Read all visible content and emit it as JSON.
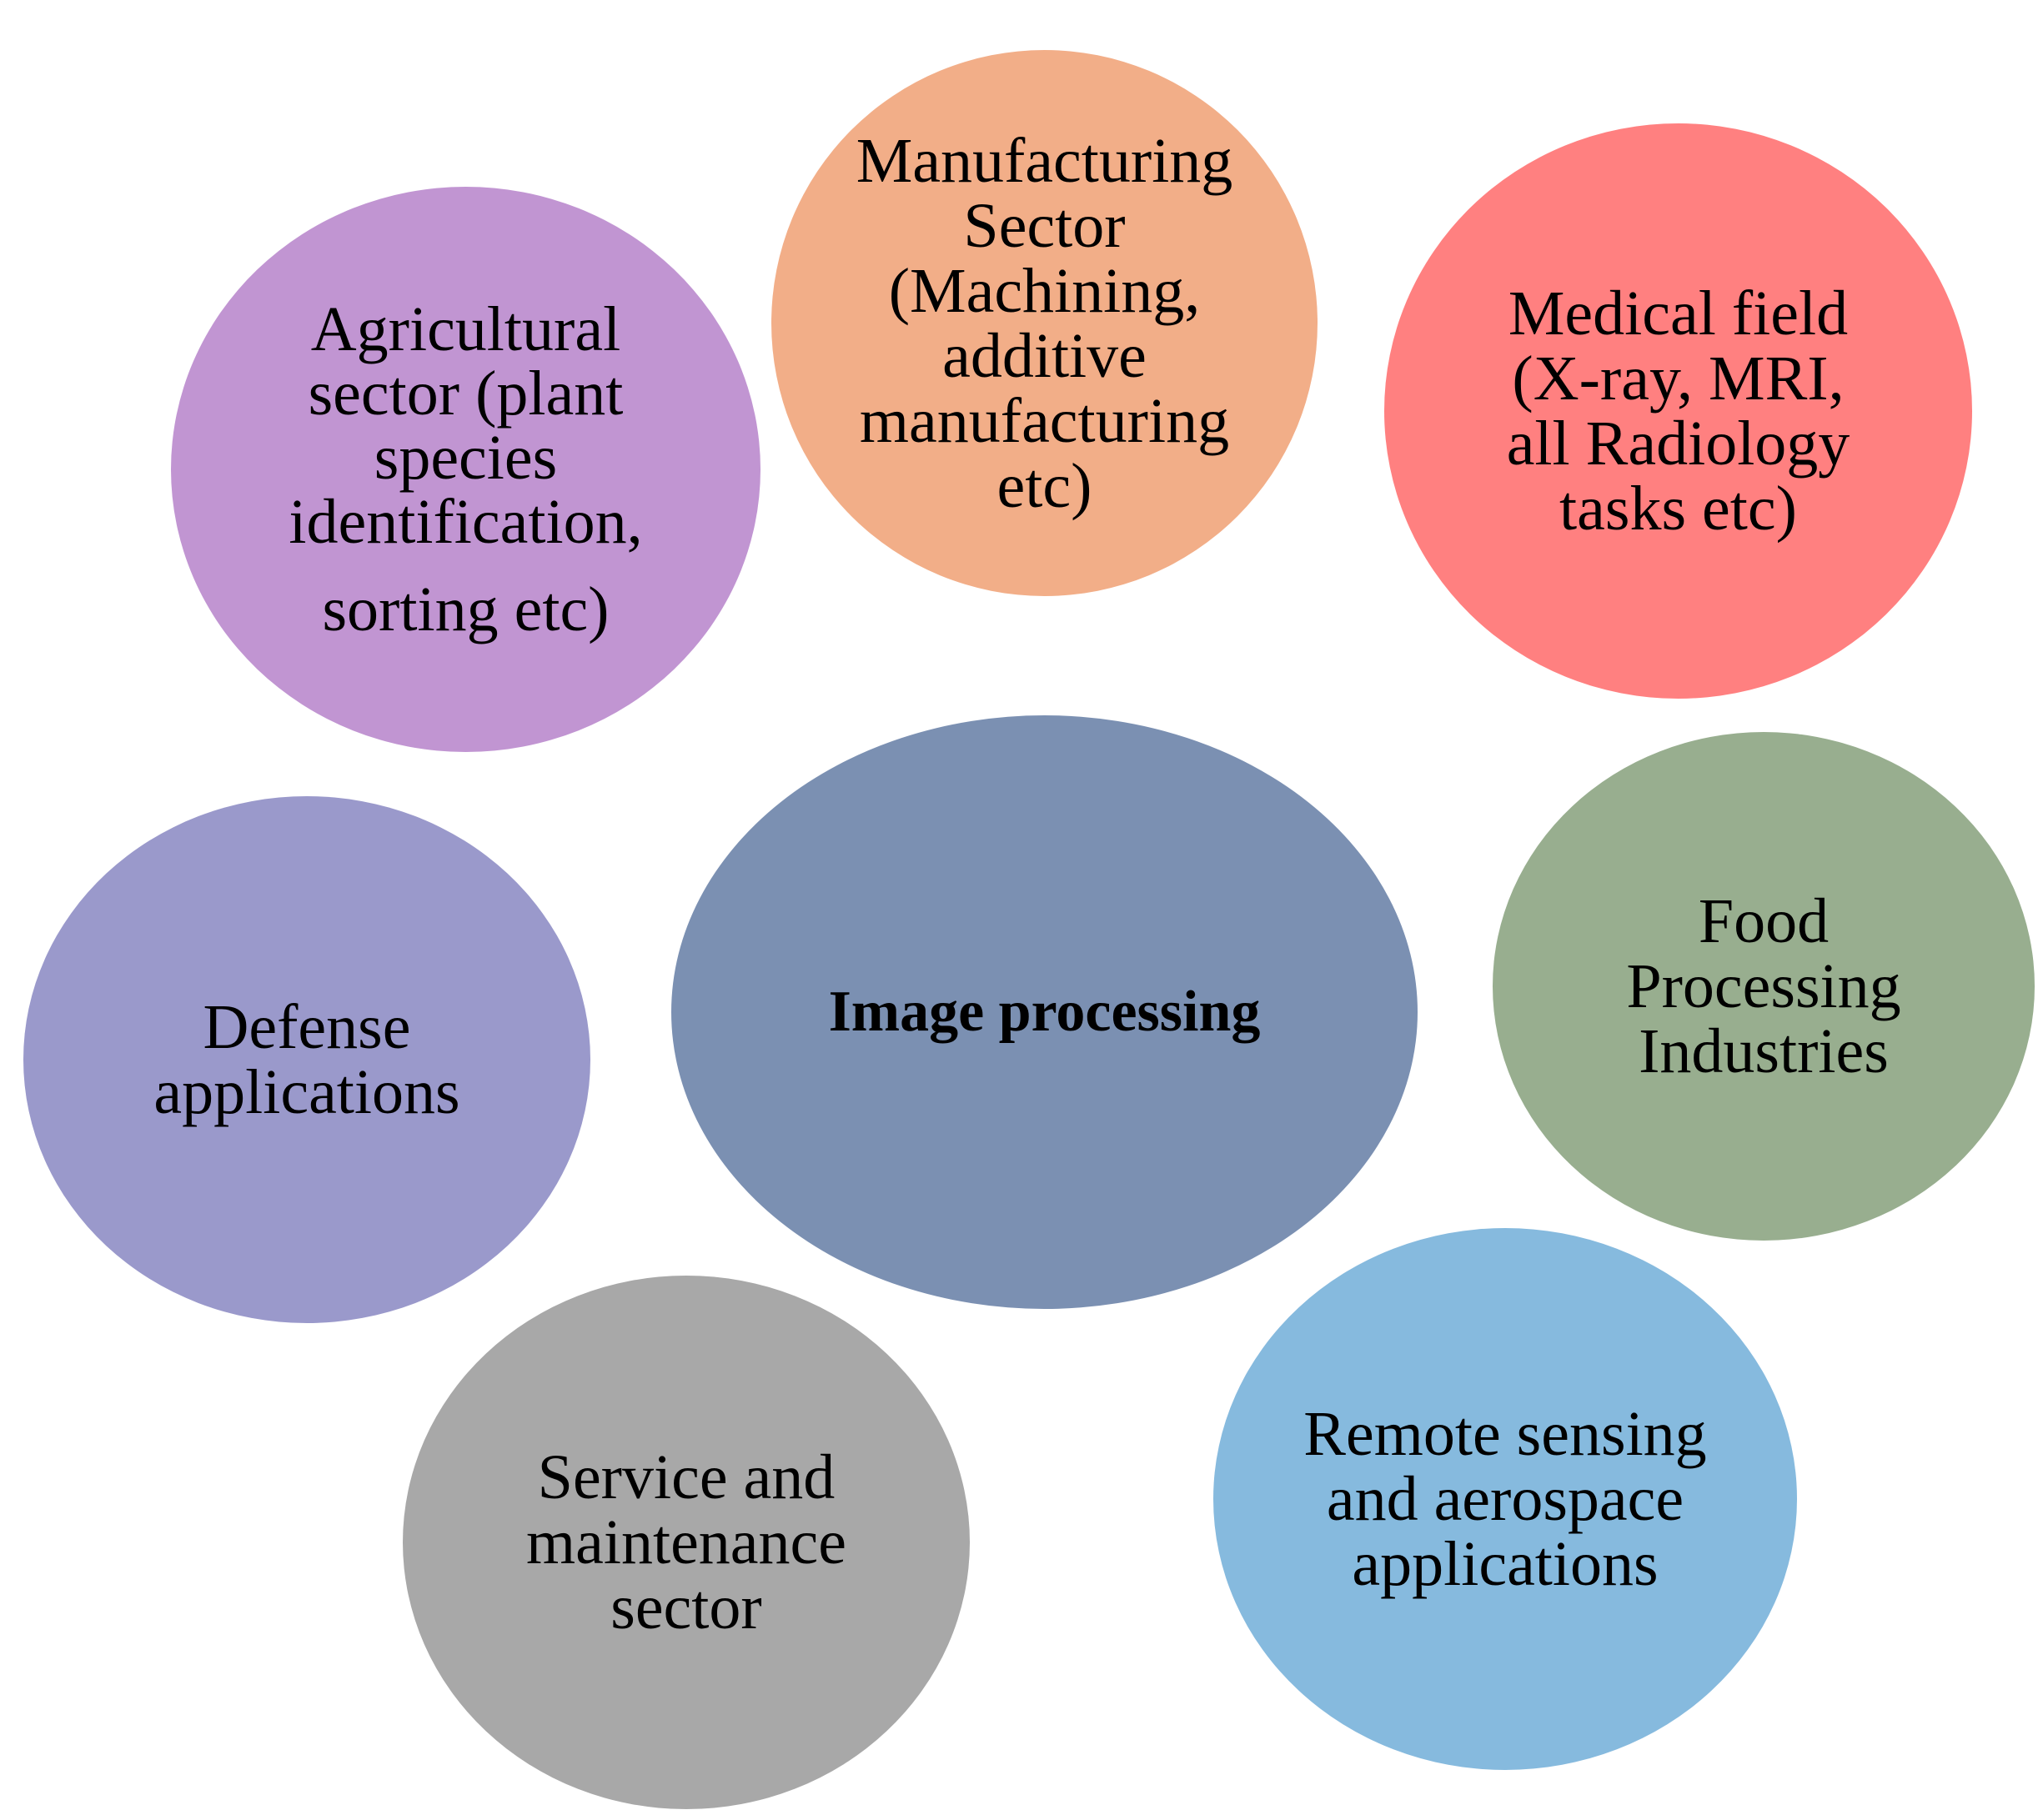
{
  "diagram": {
    "center": {
      "label": "Image processing",
      "color": "#7b90b2"
    },
    "nodes": [
      {
        "id": "manufacturing",
        "label": "Manufacturing\nSector\n(Machining,\nadditive\nmanufacturing\netc)",
        "color": "#f2ae88"
      },
      {
        "id": "agricultural",
        "label": "Agricultural\nsector (plant\nspecies\nidentification,",
        "label_last": "sorting etc)",
        "color": "#c195d2"
      },
      {
        "id": "medical",
        "label": "Medical field\n(X-ray, MRI,\nall Radiology\ntasks etc)",
        "color": "#ff8080"
      },
      {
        "id": "food",
        "label": "Food\nProcessing\nIndustries",
        "color": "#98ae8f"
      },
      {
        "id": "defense",
        "label": "Defense\napplications",
        "color": "#9a99cb"
      },
      {
        "id": "service",
        "label": "Service and\nmaintenance\nsector",
        "color": "#a8a8a8"
      },
      {
        "id": "remote",
        "label": "Remote sensing\nand aerospace\napplications",
        "color": "#86bade"
      }
    ]
  }
}
